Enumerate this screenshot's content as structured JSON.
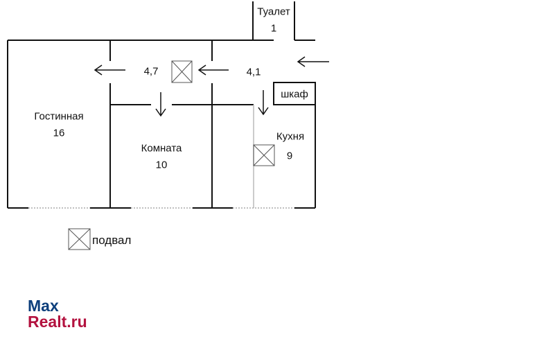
{
  "plan": {
    "rooms": {
      "toilet": {
        "name": "Туалет",
        "area": "1"
      },
      "living": {
        "name": "Гостинная",
        "area": "16"
      },
      "room": {
        "name": "Комната",
        "area": "10"
      },
      "kitchen": {
        "name": "Кухня",
        "area": "9"
      },
      "hall1": {
        "area": "4,7"
      },
      "hall2": {
        "area": "4,1"
      },
      "closet": {
        "name": "шкаф"
      }
    },
    "legend": {
      "basement": "подвал"
    }
  },
  "logo": {
    "line1": "Max",
    "line2": "Realt.ru"
  },
  "colors": {
    "logo_max": "#0d3f7c",
    "logo_realt": "#b3123f"
  }
}
